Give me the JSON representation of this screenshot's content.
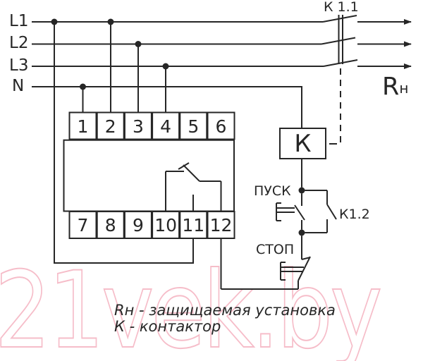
{
  "labels": {
    "l1": "L1",
    "l2": "L2",
    "l3": "L3",
    "n": "N",
    "main_contact": "К 1.1",
    "load_r": "R",
    "load_sub": "н",
    "coil": "К",
    "start_button": "ПУСК",
    "self_hold_contact": "К1.2",
    "stop_button": "СТОП"
  },
  "terminals": {
    "top": [
      "1",
      "2",
      "3",
      "4",
      "5",
      "6"
    ],
    "bottom": [
      "7",
      "8",
      "9",
      "10",
      "11",
      "12"
    ]
  },
  "legend": {
    "line1": "Rн - защищаемая установка",
    "line2": "К - контактор"
  },
  "watermark": {
    "text": "21vek.by"
  },
  "colors": {
    "line": "#262626",
    "watermark": "#f6bdc9",
    "background": "#ffffff"
  }
}
